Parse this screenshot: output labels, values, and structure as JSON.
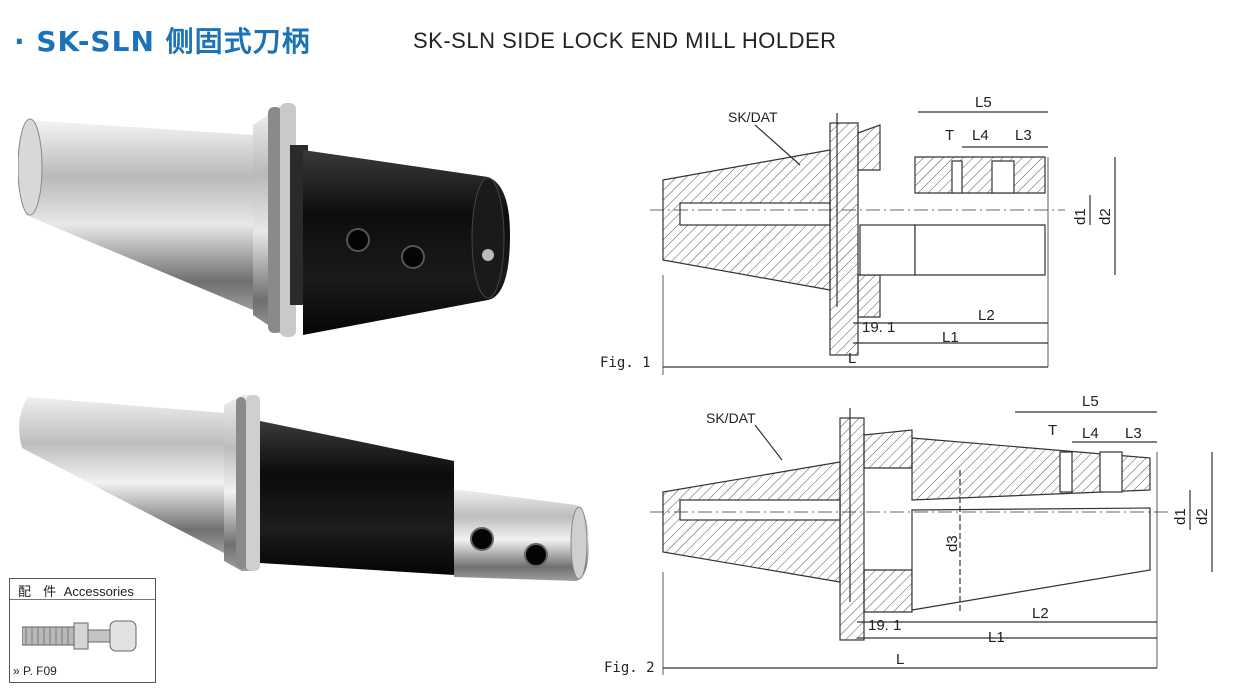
{
  "header": {
    "title_zh": "· SK-SLN 侧固式刀柄",
    "title_en": "SK-SLN SIDE LOCK END MILL HOLDER"
  },
  "accessories": {
    "title_zh": "配 件",
    "title_en": "Accessories",
    "ref": "» P. F09"
  },
  "fig1": {
    "label": "Fig. 1",
    "sk": "SK/DAT",
    "L": "L",
    "L1": "L1",
    "L2": "L2",
    "L3": "L3",
    "L4": "L4",
    "L5": "L5",
    "T": "T",
    "d1": "d1",
    "d2": "d2",
    "gauge": "19. 1"
  },
  "fig2": {
    "label": "Fig. 2",
    "sk": "SK/DAT",
    "L": "L",
    "L1": "L1",
    "L2": "L2",
    "L3": "L3",
    "L4": "L4",
    "L5": "L5",
    "T": "T",
    "d1": "d1",
    "d2": "d2",
    "d3": "d3",
    "gauge": "19. 1"
  },
  "colors": {
    "brand": "#1a73b8",
    "line": "#333333",
    "hatch": "#555555"
  }
}
